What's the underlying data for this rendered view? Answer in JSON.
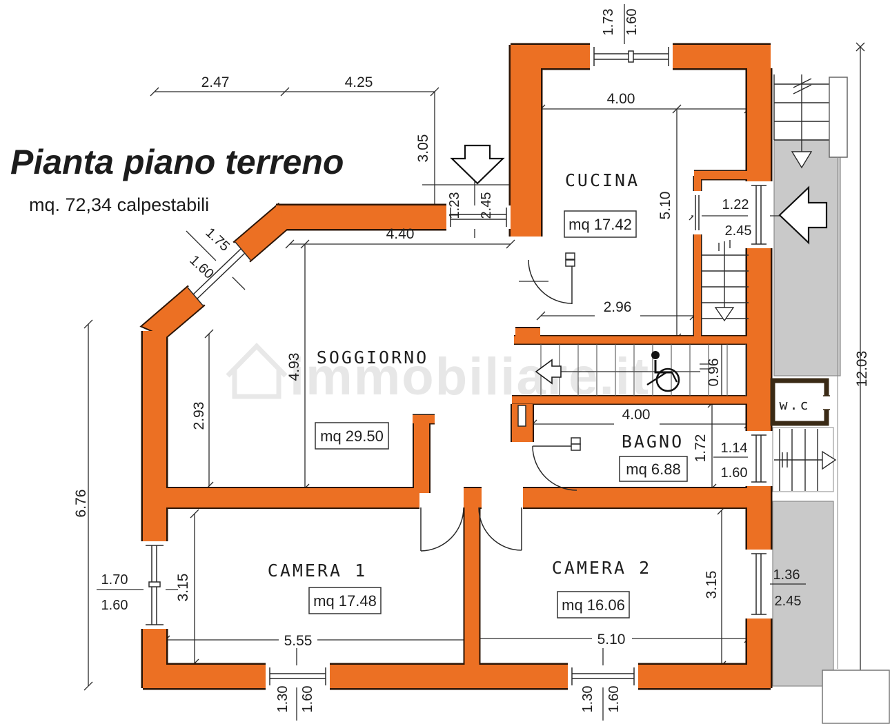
{
  "title": "Pianta piano terreno",
  "subtitle": "mq. 72,34 calpestabili",
  "watermark": "immobiliare.it",
  "rooms": {
    "cucina": {
      "name": "CUCINA",
      "area": "mq 17.42"
    },
    "soggiorno": {
      "name": "SOGGIORNO",
      "area": "mq 29.50"
    },
    "bagno": {
      "name": "BAGNO",
      "area": "mq 6.88"
    },
    "camera1": {
      "name": "CAMERA 1",
      "area": "mq 17.48"
    },
    "camera2": {
      "name": "CAMERA 2",
      "area": "mq 16.06"
    },
    "wc": {
      "name": "w.c"
    }
  },
  "dims": {
    "width_a": "2.47",
    "width_b": "4.25",
    "depth_front": "3.05",
    "cucina_w": "4.00",
    "cucina_h": "5.10",
    "win_top_w": "1.73",
    "win_top_h": "1.60",
    "entry_w": "1.23",
    "entry_h": "2.45",
    "soggiorno_w": "4.40",
    "win_diag_w": "1.75",
    "win_diag_h": "1.60",
    "passage_w": "2.96",
    "soggiorno_h": "4.93",
    "soggiorno_h2": "2.93",
    "ramp_w": "0.96",
    "side_door_w": "1.22",
    "side_door_h": "2.45",
    "total_h": "12.03",
    "bagno_w": "4.00",
    "bagno_h": "1.72",
    "win_bagno_w": "1.14",
    "win_bagno_h": "1.60",
    "left_h": "6.76",
    "win_left_w": "1.70",
    "win_left_h": "1.60",
    "cam1_h": "3.15",
    "cam1_w": "5.55",
    "cam2_w": "5.10",
    "cam2_h": "3.15",
    "terr_door_w": "1.36",
    "terr_door_h": "2.45",
    "win_cam1_w": "1.30",
    "win_cam1_h": "1.60",
    "win_cam2_w": "1.30",
    "win_cam2_h": "1.60"
  },
  "colors": {
    "wall_orange": "#EC7023",
    "wall_outline": "#2B1507",
    "terrace_gray": "#C9C9C9"
  }
}
